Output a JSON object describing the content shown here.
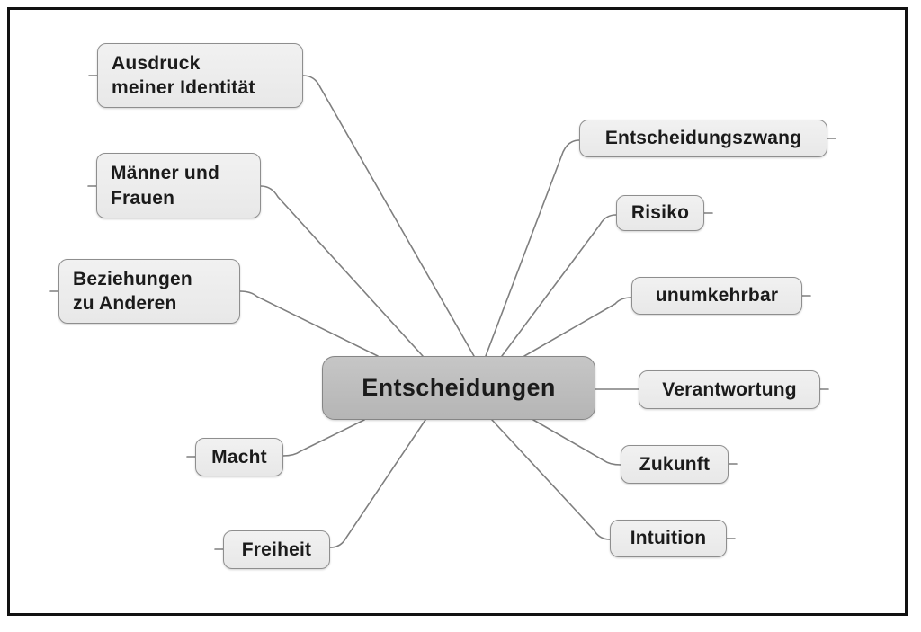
{
  "mindmap": {
    "center": {
      "label": "Entscheidungen"
    },
    "branches": {
      "ausdruck": {
        "label": "Ausdruck\nmeiner Identität"
      },
      "maenner": {
        "label": "Männer und\nFrauen"
      },
      "beziehungen": {
        "label": "Beziehungen\nzu Anderen"
      },
      "macht": {
        "label": "Macht"
      },
      "freiheit": {
        "label": "Freiheit"
      },
      "entscheidungszwang": {
        "label": "Entscheidungszwang"
      },
      "risiko": {
        "label": "Risiko"
      },
      "unumkehrbar": {
        "label": "unumkehrbar"
      },
      "verantwortung": {
        "label": "Verantwortung"
      },
      "zukunft": {
        "label": "Zukunft"
      },
      "intuition": {
        "label": "Intuition"
      }
    },
    "colors": {
      "branch_fill": "#ececec",
      "center_fill": "#bdbdbd",
      "node_border": "#8e8e8e",
      "connector": "#7f7f7f",
      "text": "#1b1b1b",
      "frame_border": "#111111",
      "background": "#ffffff"
    }
  }
}
